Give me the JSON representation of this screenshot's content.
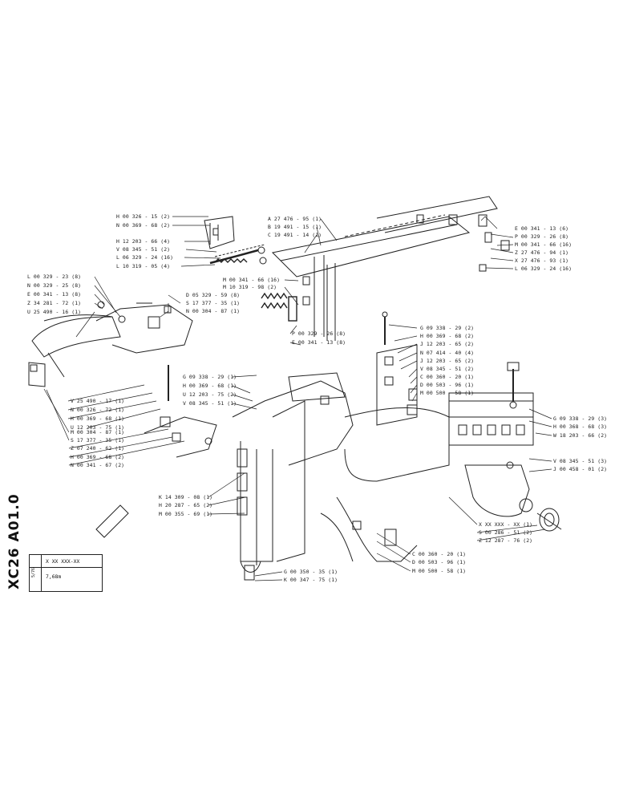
{
  "drawing": {
    "code": "XC26 A01.0",
    "ref_box": "X XX XXX-XX",
    "weight": "7,68m",
    "small_mark": "5/76"
  },
  "labels": [
    {
      "text": "H 00 326 - 15 (2)",
      "id": "l1"
    },
    {
      "text": "N 00 369 - 68 (2)",
      "id": "l2"
    },
    {
      "text": "H 12 203 - 66 (4)",
      "id": "l3"
    },
    {
      "text": "V 08 345 - 51 (2)",
      "id": "l4"
    },
    {
      "text": "L 06 329 - 24 (16)",
      "id": "l5"
    },
    {
      "text": "L 10 319 - 05 (4)",
      "id": "l6"
    },
    {
      "text": "A 27 476 - 95 (1)",
      "id": "l7"
    },
    {
      "text": "B 19 491 - 15 (1)",
      "id": "l8"
    },
    {
      "text": "C 19 491 - 14 (1)",
      "id": "l9"
    },
    {
      "text": "E 00 341 - 13 (6)",
      "id": "l10"
    },
    {
      "text": "P 00 329 - 26 (8)",
      "id": "l11"
    },
    {
      "text": "M 00 341 - 66 (16)",
      "id": "l12"
    },
    {
      "text": "Z 27 476 - 94 (1)",
      "id": "l13"
    },
    {
      "text": "X 27 476 - 93 (1)",
      "id": "l14"
    },
    {
      "text": "L 06 329 - 24 (16)",
      "id": "l15"
    },
    {
      "text": "L 00 329 - 23 (8)",
      "id": "l16"
    },
    {
      "text": "N 00 329 - 25 (8)",
      "id": "l17"
    },
    {
      "text": "E 00 341 - 13 (8)",
      "id": "l18"
    },
    {
      "text": "Z 34 281 - 72 (1)",
      "id": "l19"
    },
    {
      "text": "U 25 490 - 16 (1)",
      "id": "l20"
    },
    {
      "text": "M 00 341 - 66 (16)",
      "id": "l21"
    },
    {
      "text": "M 10 319 - 98 (2)",
      "id": "l22"
    },
    {
      "text": "D 05 329 - 59 (8)",
      "id": "l23"
    },
    {
      "text": "S 17 377 - 35 (1)",
      "id": "l24"
    },
    {
      "text": "N 00 304 - 87 (1)",
      "id": "l25"
    },
    {
      "text": "P 00 329 - 26 (8)",
      "id": "l26"
    },
    {
      "text": "E 00 341 - 13 (8)",
      "id": "l27"
    },
    {
      "text": "G 09 338 - 29 (2)",
      "id": "l28"
    },
    {
      "text": "H 00 369 - 68 (2)",
      "id": "l29"
    },
    {
      "text": "J 12 203 - 65 (2)",
      "id": "l30"
    },
    {
      "text": "N 07 414 - 40 (4)",
      "id": "l31"
    },
    {
      "text": "J 12 203 - 65 (2)",
      "id": "l32"
    },
    {
      "text": "V 08 345 - 51 (2)",
      "id": "l33"
    },
    {
      "text": "C 00 360 - 20 (1)",
      "id": "l34"
    },
    {
      "text": "D 00 503 - 96 (1)",
      "id": "l35"
    },
    {
      "text": "M 00 500 - 58 (1)",
      "id": "l36"
    },
    {
      "text": "G 09 338 - 29 (1)",
      "id": "l37"
    },
    {
      "text": "H 00 369 - 68 (1)",
      "id": "l38"
    },
    {
      "text": "U 12 203 - 75 (2)",
      "id": "l39"
    },
    {
      "text": "V 08 345 - 51 (1)",
      "id": "l40"
    },
    {
      "text": "V 25 490 - 17 (1)",
      "id": "l41"
    },
    {
      "text": "N 00 326 - 72 (1)",
      "id": "l42"
    },
    {
      "text": "H 00 369 - 68 (1)",
      "id": "l43"
    },
    {
      "text": "U 12 203 - 75 (1)",
      "id": "l44"
    },
    {
      "text": "G 09 338 - 29 (3)",
      "id": "l45"
    },
    {
      "text": "H 00 368 - 68 (3)",
      "id": "l46"
    },
    {
      "text": "W 18 203 - 66 (2)",
      "id": "l47"
    },
    {
      "text": "M 00 304 - 87 (1)",
      "id": "l48"
    },
    {
      "text": "S 17 377 - 35 (1)",
      "id": "l49"
    },
    {
      "text": "Z 07 240 - 62 (1)",
      "id": "l50"
    },
    {
      "text": "H 00 369 - 68 (2)",
      "id": "l51"
    },
    {
      "text": "N 00 341 - 67 (2)",
      "id": "l52"
    },
    {
      "text": "V 08 345 - 51 (3)",
      "id": "l53"
    },
    {
      "text": "J 00 458 - 01 (2)",
      "id": "l54"
    },
    {
      "text": "K 14 309 - 08 (1)",
      "id": "l55"
    },
    {
      "text": "H 20 287 - 65 (2)",
      "id": "l56"
    },
    {
      "text": "M 00 355 - 69 (1)",
      "id": "l57"
    },
    {
      "text": "X XX XXX - XX (1)",
      "id": "l58"
    },
    {
      "text": "S 00 286 - 51 (2)",
      "id": "l59"
    },
    {
      "text": "Z 12 287 - 76 (2)",
      "id": "l60"
    },
    {
      "text": "C 00 360 - 20 (1)",
      "id": "l61"
    },
    {
      "text": "D 00 503 - 96 (1)",
      "id": "l62"
    },
    {
      "text": "M 00 500 - 58 (1)",
      "id": "l63"
    },
    {
      "text": "G 00 350 - 35 (1)",
      "id": "l64"
    },
    {
      "text": "K 00 347 - 75 (1)",
      "id": "l65"
    }
  ]
}
